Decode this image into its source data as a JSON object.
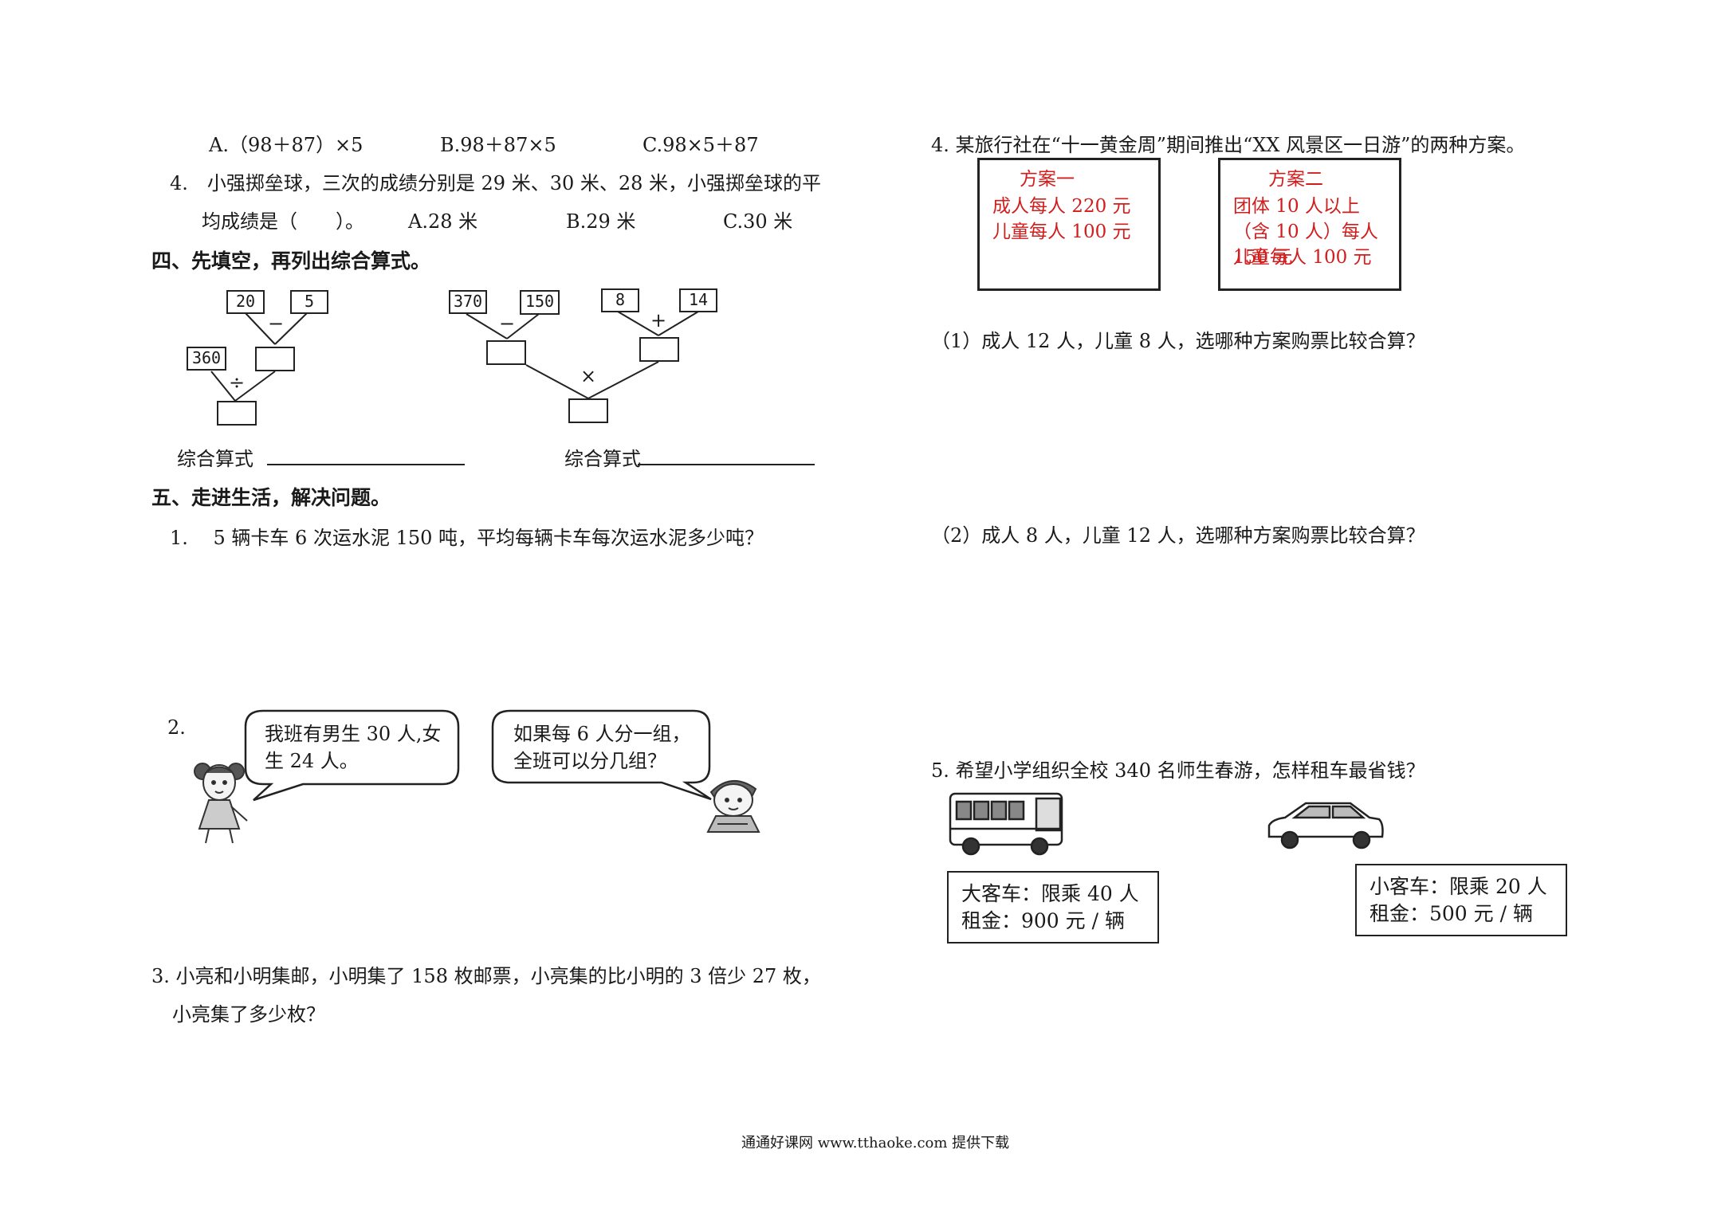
{
  "left": {
    "q3_options": {
      "a": "A.（98＋87）×5",
      "b": "B.98＋87×5",
      "c": "C.98×5＋87"
    },
    "q4": {
      "line1": "4.　小强掷垒球，三次的成绩分别是 29 米、30 米、28 米，小强掷垒球的平",
      "line2": "均成绩是（　　）。",
      "a": "A.28 米",
      "b": "B.29 米",
      "c": "C.30 米"
    },
    "section4_title": "四、先填空，再列出综合算式。",
    "diagram1": {
      "n1": "20",
      "n2": "5",
      "n3": "360",
      "op1": "−",
      "op2": "÷"
    },
    "diagram2": {
      "n1": "370",
      "n2": "150",
      "n3": "8",
      "n4": "14",
      "op1": "−",
      "op2": "+",
      "op3": "×"
    },
    "formula_label": "综合算式",
    "section5_title": "五、走进生活，解决问题。",
    "p1": "1.　 5 辆卡车 6 次运水泥 150 吨，平均每辆卡车每次运水泥多少吨？",
    "p2": {
      "num": "2.",
      "bubble1": "我班有男生 30 人,女生 24 人。",
      "bubble2": "如果每 6 人分一组，全班可以分几组？"
    },
    "p3": {
      "line1": "3. 小亮和小明集邮，小明集了 158 枚邮票，小亮集的比小明的 3 倍少 27 枚，",
      "line2": "小亮集了多少枚？"
    }
  },
  "right": {
    "p4": {
      "title": "4. 某旅行社在“十一黄金周”期间推出“XX 风景区一日游”的两种方案。",
      "plan1": {
        "name": "方案一",
        "l1": "成人每人 220 元",
        "l2": "儿童每人 100 元"
      },
      "plan2": {
        "name": "方案二",
        "l1": "团体 10 人以上（含 10 人）每人 150 元",
        "l2": "儿童每人 100 元"
      },
      "q1": "（1）成人 12 人，儿童 8 人，选哪种方案购票比较合算？",
      "q2": "（2）成人 8 人，儿童 12 人，选哪种方案购票比较合算？"
    },
    "p5": {
      "title": "5. 希望小学组织全校 340 名师生春游，怎样租车最省钱？",
      "bus": {
        "l1": "大客车：限乘 40 人",
        "l2": "租金：900 元 / 辆"
      },
      "car": {
        "l1": "小客车：限乘 20 人",
        "l2": "租金：500 元 / 辆"
      }
    }
  },
  "footer": "通通好课网 www.tthaoke.com 提供下载",
  "colors": {
    "plan_text": "#d21d1d",
    "ink": "#1a1a1a"
  }
}
